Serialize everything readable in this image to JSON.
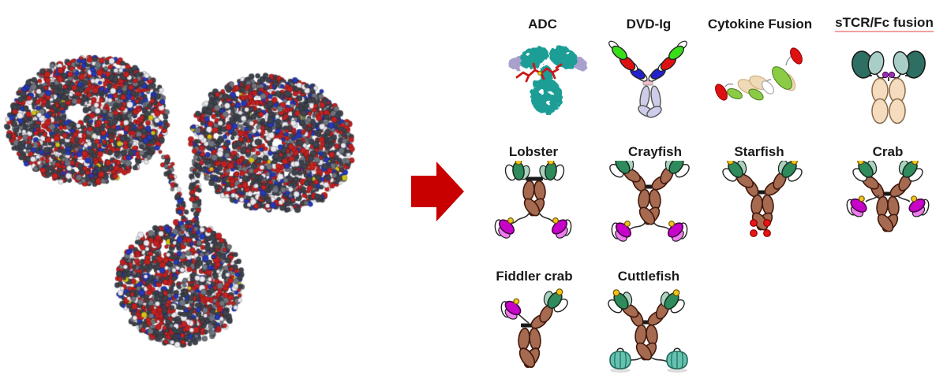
{
  "formats": [
    {
      "id": "adc",
      "label": "ADC"
    },
    {
      "id": "dvd-ig",
      "label": "DVD-Ig"
    },
    {
      "id": "cytokine-fusion",
      "label": "Cytokine Fusion"
    },
    {
      "id": "stcr-fc-fusion",
      "label": "sTCR/Fc fusion"
    },
    {
      "id": "lobster",
      "label": "Lobster"
    },
    {
      "id": "crayfish",
      "label": "Crayfish"
    },
    {
      "id": "starfish",
      "label": "Starfish"
    },
    {
      "id": "crab",
      "label": "Crab"
    },
    {
      "id": "fiddler-crab",
      "label": "Fiddler crab"
    },
    {
      "id": "cuttlefish",
      "label": "Cuttlefish"
    }
  ],
  "arrow": {
    "color": "#c80000"
  },
  "molecule": {
    "atom_colors": {
      "carbon": "#3f434c",
      "oxygen": "#c42020",
      "nitrogen": "#2438b8",
      "hydrogen": "#e9e9ef",
      "shadow_gray": "#6f747d",
      "sulfur": "#d4c414"
    }
  },
  "palette": {
    "background": "#ffffff",
    "label_text": "#1a1a1a",
    "label_underline": "#F2A0A0",
    "domain_brown": "#A66A50",
    "fv_green_dark": "#2F8B5C",
    "fv_green_light": "#A9D3BF",
    "fv_magenta": "#C803C8",
    "fv_pink": "#F07CF0",
    "tag_yellow": "#F2C21C",
    "adc_teal": "#1F9E96",
    "adc_lavender": "#A9A0CC",
    "payload_red": "#CC1717",
    "dvd_blue": "#2222CC",
    "dvd_green": "#3ADD1A",
    "dvd_lavender": "#CDCDEA",
    "hinge_pink": "#F2BBC9",
    "stcr_teal_dark": "#2E6F63",
    "stcr_teal_light": "#A9CEC7",
    "stcr_purple": "#9B30B5",
    "fc_tan": "#F5DCBE",
    "cytokine_green": "#8CCB45",
    "cytokine_tan": "#F0D9B6",
    "barrel_teal": "#66C2B0",
    "starfish_red": "#E81515"
  }
}
